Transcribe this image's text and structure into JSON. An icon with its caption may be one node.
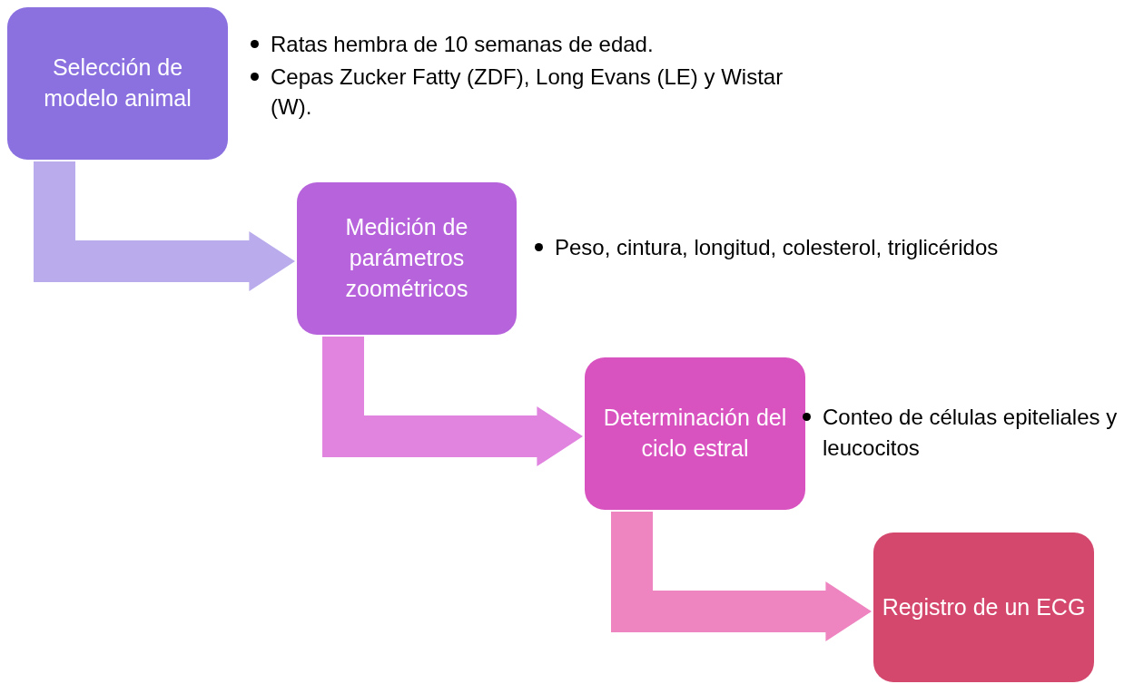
{
  "diagram": {
    "nodes": [
      {
        "text": [
          "Selección de modelo animal"
        ],
        "beside": [
          "Ratas hembra de 10 semanas de edad.",
          "Cepas Zucker Fatty (ZDF), Long Evans (LE) y Wistar (W)."
        ]
      },
      {
        "text": [
          "Medición de parámetros zoométricos"
        ],
        "beside": [
          "Peso, cintura, longitud, colesterol, triglicéridos"
        ]
      },
      {
        "text": [
          "Determinación del ciclo estral"
        ],
        "beside": [
          "Conteo de células epiteliales y leucocitos"
        ]
      },
      {
        "text": [
          "Registro de un ECG"
        ]
      }
    ],
    "edges": [
      {
        "from": 0,
        "to": 1,
        "arrow": "to",
        "color": "#b9abec"
      },
      {
        "from": 1,
        "to": 2,
        "arrow": "to",
        "color": "#e084e0"
      },
      {
        "from": 2,
        "to": 3,
        "arrow": "to",
        "color": "#ee84c0"
      }
    ]
  }
}
